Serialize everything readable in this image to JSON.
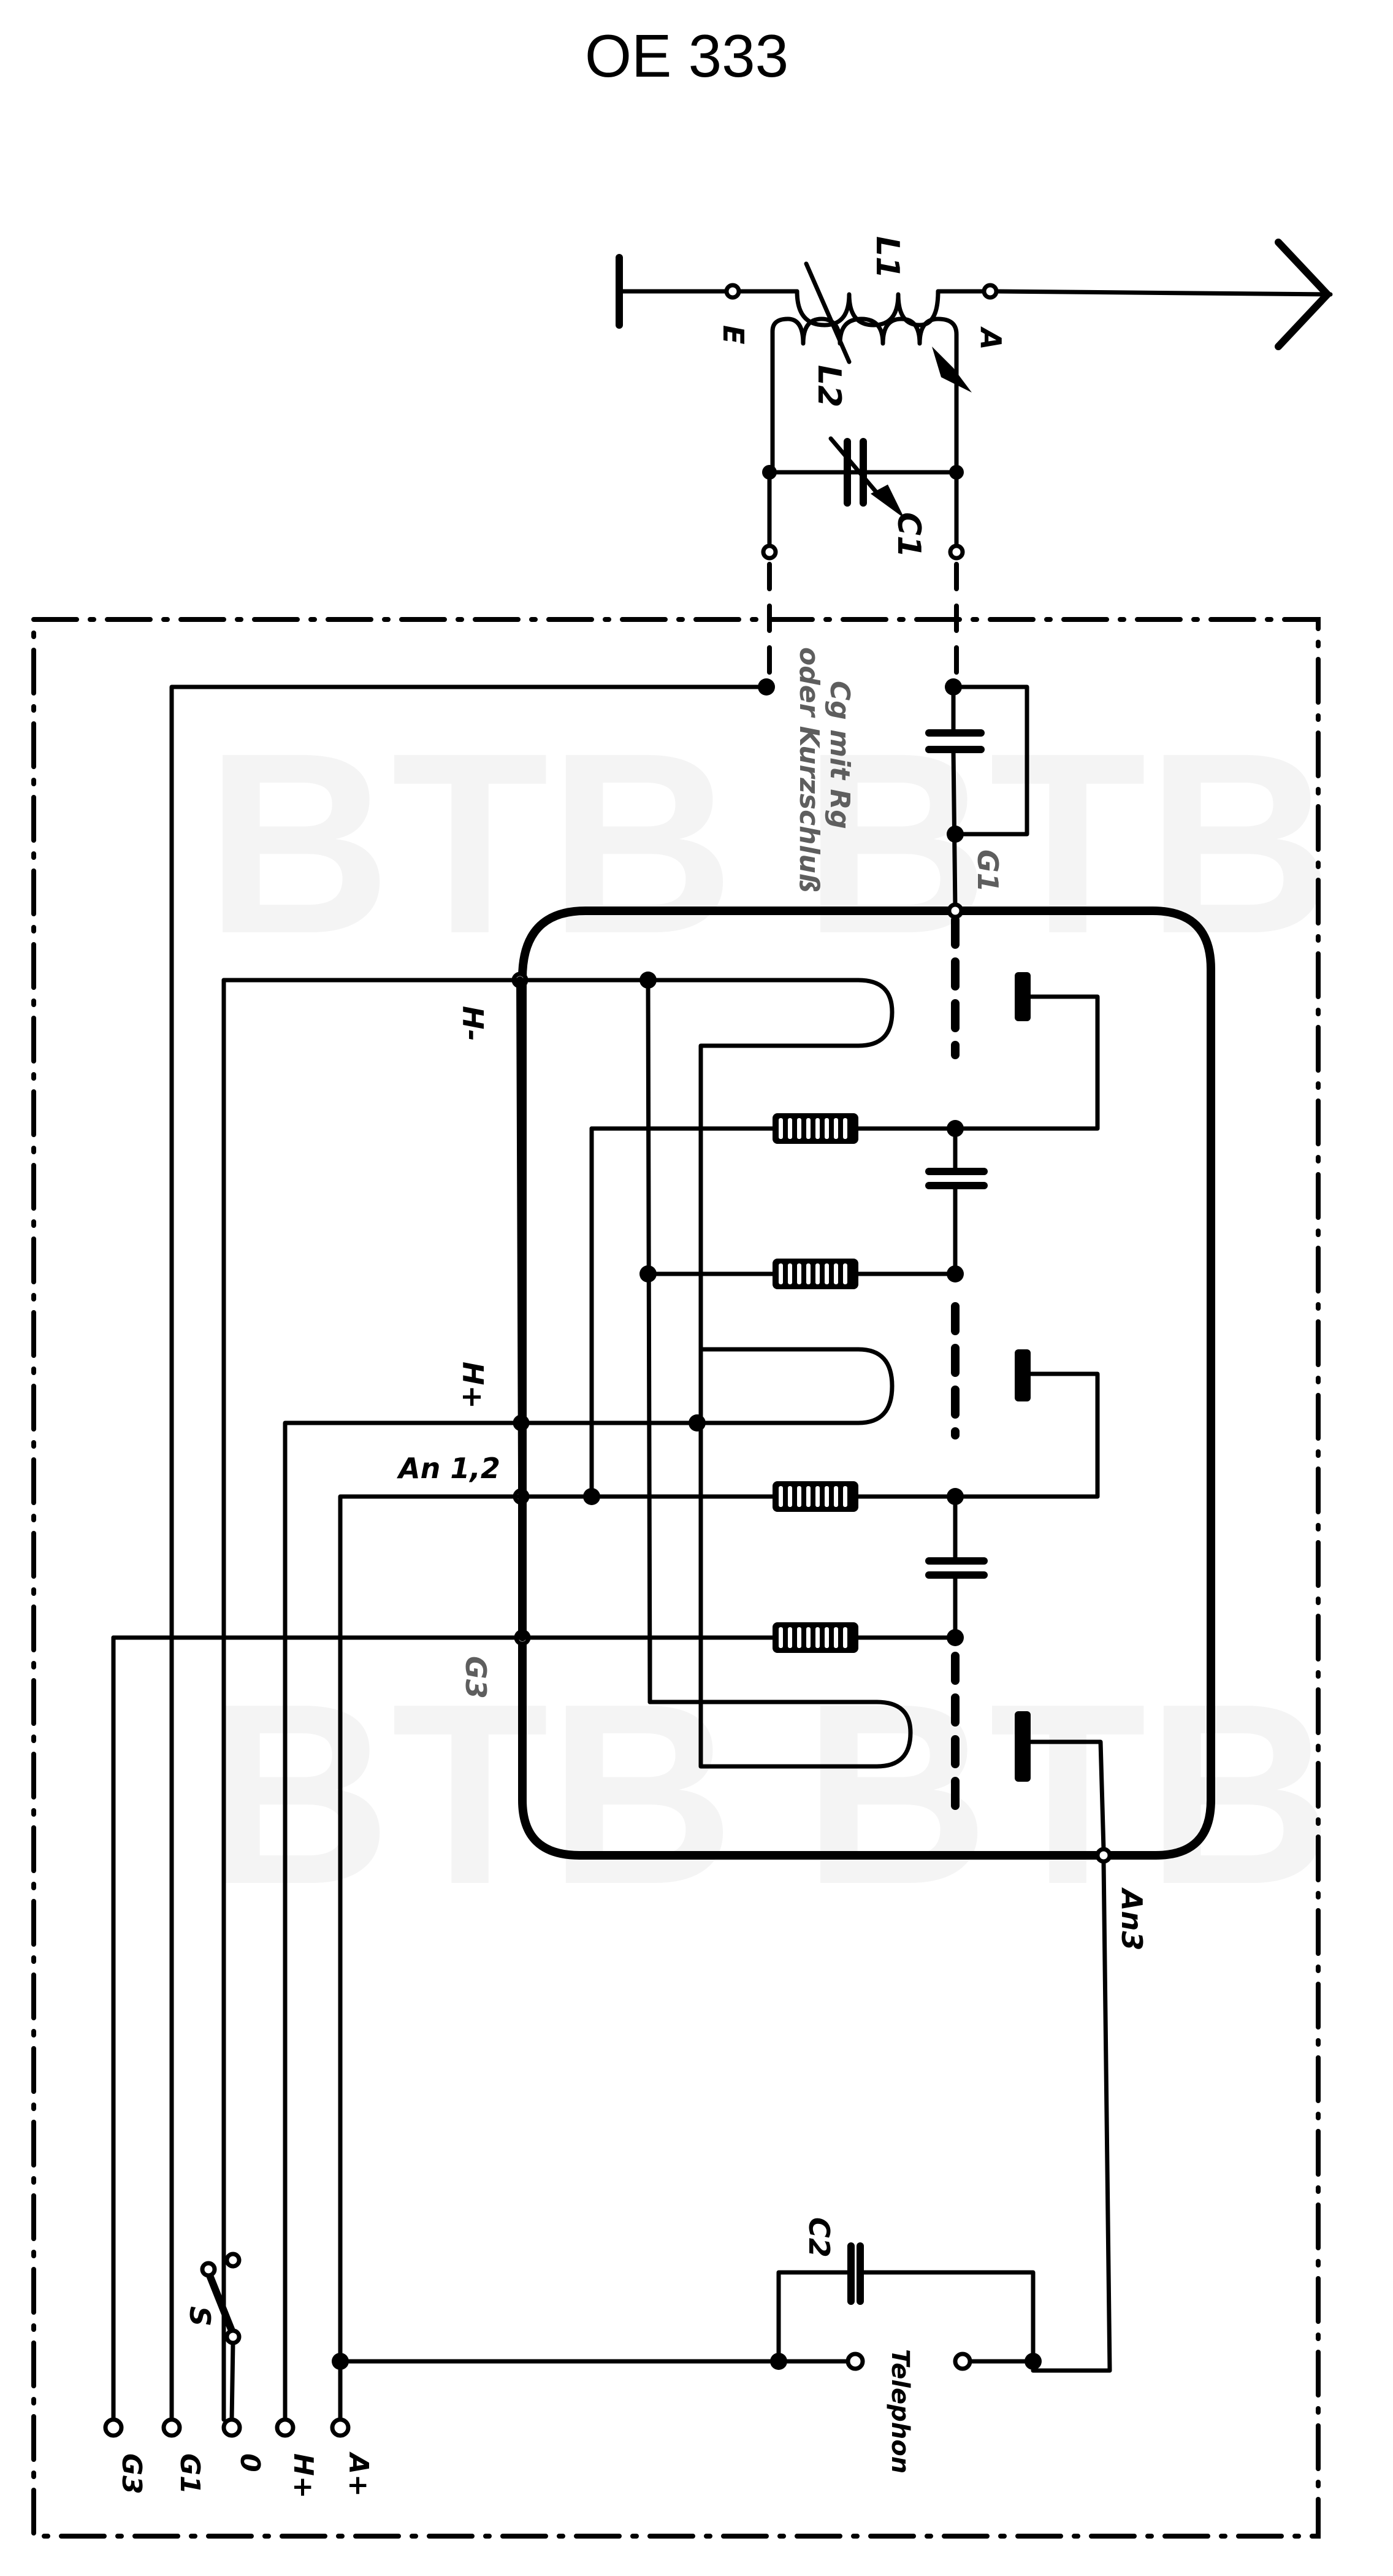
{
  "title": "OE 333",
  "watermark": {
    "text": "BTB",
    "color": "#f4f4f4"
  },
  "colors": {
    "ink": "#000000",
    "paper": "#ffffff",
    "watermark_overlay": "#5e5e5e"
  },
  "antenna_section": {
    "terminal_e": "E",
    "terminal_a": "A",
    "coil_l1": "L1",
    "coil_l2": "L2",
    "capacitor_c1": "C1"
  },
  "grid_circuit": {
    "annotation_line1": "Cg mit Rg",
    "annotation_line2": "oder Kurzschluß",
    "grid_label": "G1"
  },
  "tube": {
    "pins": {
      "h_minus": "H-",
      "h_plus": "H+",
      "anode_12": "An 1,2",
      "grid_3": "G3",
      "anode_3": "An3"
    }
  },
  "output_section": {
    "capacitor_c2": "C2",
    "telephone": "Telephon",
    "switch": "S"
  },
  "external_terminals": [
    "G3",
    "G1",
    "0",
    "H+",
    "A+"
  ]
}
